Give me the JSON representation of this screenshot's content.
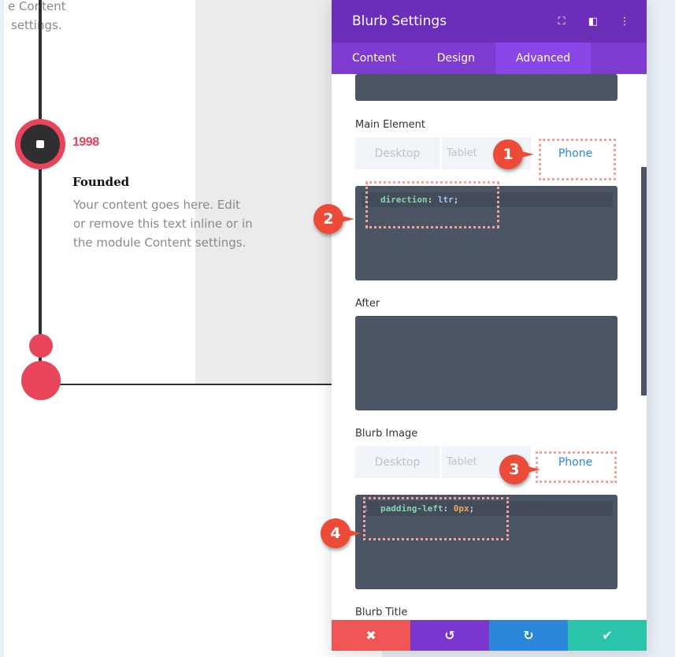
{
  "page": {
    "top_text": [
      "e Content",
      "settings."
    ],
    "year": "1998",
    "item_title": "Founded",
    "item_body": "Your content goes here. Edit or remove this text inline or in the module Content settings."
  },
  "panel": {
    "title": "Blurb Settings",
    "header_icons": [
      "fullscreen-icon",
      "split-view-icon",
      "more-vertical-icon"
    ],
    "tabs": [
      {
        "label": "Content"
      },
      {
        "label": "Design"
      },
      {
        "label": "Advanced",
        "active": true
      }
    ],
    "sections": {
      "main_element": {
        "label": "Main Element",
        "devices": [
          "Desktop",
          "Tablet",
          "Phone"
        ],
        "active_device": "Phone",
        "line_no": "1",
        "prop": "direction",
        "value": "ltr"
      },
      "after": {
        "label": "After"
      },
      "blurb_image": {
        "label": "Blurb Image",
        "devices": [
          "Desktop",
          "Tablet",
          "Phone"
        ],
        "active_device": "Phone",
        "line_no": "1",
        "prop": "padding-left",
        "value": "0px"
      },
      "blurb_title": {
        "label": "Blurb Title"
      }
    },
    "footer": {
      "cancel": "✖",
      "undo": "↺",
      "redo": "↻",
      "save": "✔"
    },
    "colors": {
      "header": "#6c2eb9",
      "tabs": "#7d3bd0",
      "cancel": "#ef5555",
      "undo": "#7b36cf",
      "redo": "#2b87da",
      "save": "#29c4a9",
      "accent": "#e8455a"
    }
  },
  "annotations": [
    "1",
    "2",
    "3",
    "4"
  ]
}
